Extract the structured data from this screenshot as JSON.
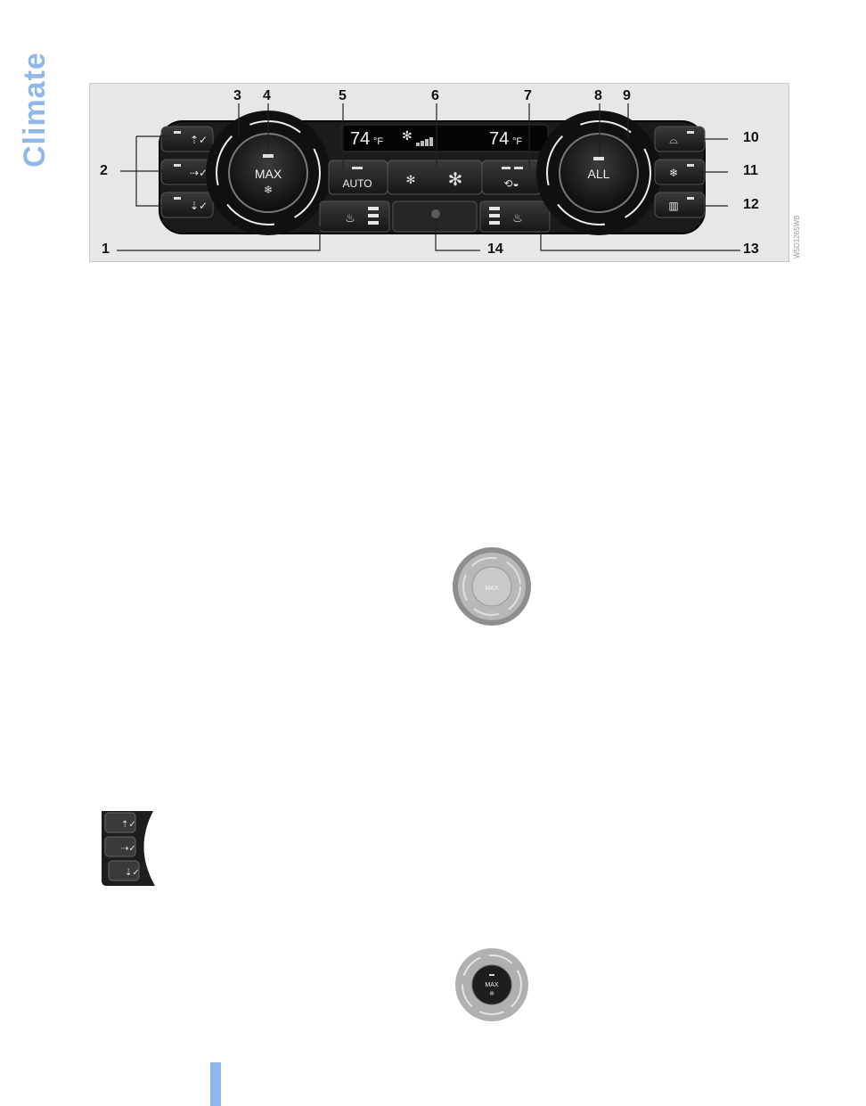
{
  "page": {
    "side_title": "Climate",
    "accent_color": "#8fb8e8"
  },
  "figure": {
    "image_code": "W5D1265WB",
    "callouts": [
      "1",
      "2",
      "3",
      "4",
      "5",
      "6",
      "7",
      "8",
      "9",
      "10",
      "11",
      "12",
      "13",
      "14"
    ],
    "display": {
      "left_temp": "74",
      "right_temp": "74",
      "unit": "°F"
    },
    "buttons": {
      "max_label": "MAX",
      "auto_label": "AUTO",
      "all_label": "ALL"
    },
    "icons": [
      "air-up-icon",
      "air-middle-icon",
      "air-down-icon",
      "fan-icon",
      "recirculation-icon",
      "defrost-icon",
      "rear-defrost-icon",
      "ac-snowflake-icon",
      "seat-heating-icon",
      "sensor-icon"
    ]
  },
  "thumbnails": {
    "max_knob_label": "MAX"
  }
}
